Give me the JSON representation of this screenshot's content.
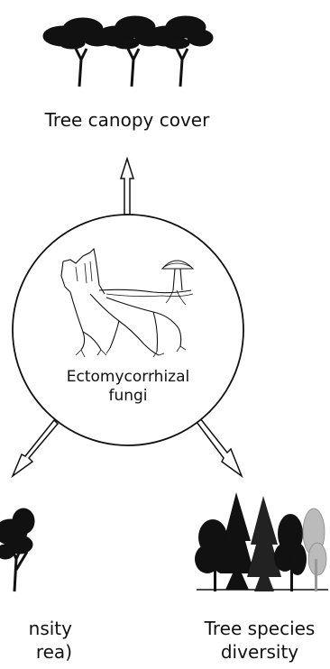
{
  "diagram": {
    "center": {
      "line1": "Ectomycorrhizal",
      "line2": "fungi"
    },
    "outcomes": {
      "top": "Tree canopy cover",
      "left": {
        "line1": "nsity",
        "line2": "rea)"
      },
      "right": {
        "line1": "Tree species",
        "line2": "diversity"
      }
    }
  },
  "colors": {
    "ink": "#111111",
    "background": "#ffffff"
  }
}
